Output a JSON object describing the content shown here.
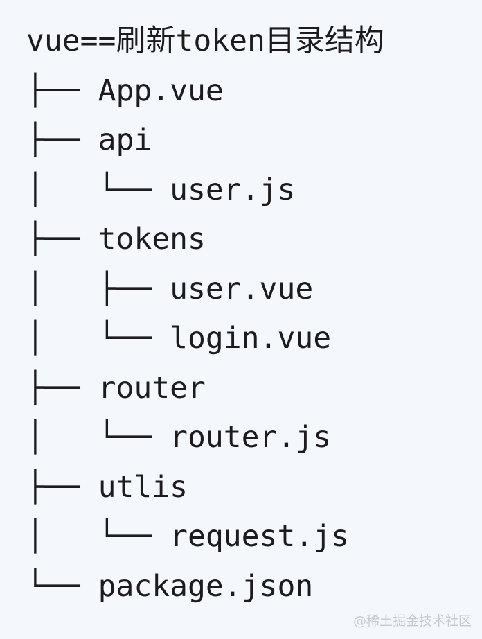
{
  "page": {
    "background_color": "#f4f7fc",
    "text_color": "#1c1c1e"
  },
  "title": "vue==刷新token目录结构",
  "tree": {
    "items": [
      {
        "prefix": "├── ",
        "label": "App.vue"
      },
      {
        "prefix": "├── ",
        "label": "api"
      },
      {
        "prefix": "│   └── ",
        "label": "user.js"
      },
      {
        "prefix": "├── ",
        "label": "tokens"
      },
      {
        "prefix": "│   ├── ",
        "label": "user.vue"
      },
      {
        "prefix": "│   └── ",
        "label": "login.vue"
      },
      {
        "prefix": "├── ",
        "label": "router"
      },
      {
        "prefix": "│   └── ",
        "label": "router.js"
      },
      {
        "prefix": "├── ",
        "label": "utlis"
      },
      {
        "prefix": "│   └── ",
        "label": "request.js"
      },
      {
        "prefix": "└── ",
        "label": "package.json"
      }
    ]
  },
  "watermark": {
    "text": "@稀土掘金技术社区",
    "color": "#c6c9cf"
  }
}
